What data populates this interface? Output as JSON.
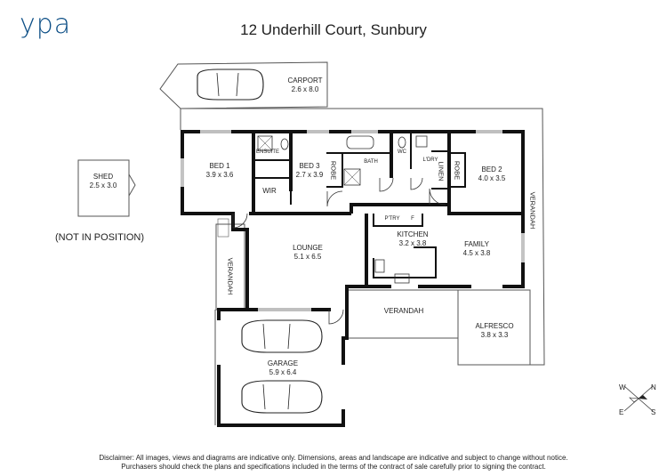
{
  "brand": {
    "logo_text": "ypa",
    "color": "#0d4f86"
  },
  "title": "12 Underhill Court, Sunbury",
  "rooms": {
    "carport": {
      "name": "CARPORT",
      "dims": "2.6 x 8.0"
    },
    "shed": {
      "name": "SHED",
      "dims": "2.5 x 3.0"
    },
    "bed1": {
      "name": "BED 1",
      "dims": "3.9 x 3.6"
    },
    "ensuite": {
      "name": "ENSUITE"
    },
    "wir": {
      "name": "WIR"
    },
    "bed3": {
      "name": "BED 3",
      "dims": "2.7 x 3.9"
    },
    "robe_bed3": {
      "name": "ROBE"
    },
    "bath": {
      "name": "BATH"
    },
    "wc": {
      "name": "WC"
    },
    "ldry": {
      "name": "L'DRY"
    },
    "linen": {
      "name": "LINEN"
    },
    "robe_bed2": {
      "name": "ROBE"
    },
    "bed2": {
      "name": "BED 2",
      "dims": "4.0 x 3.5"
    },
    "ptry": {
      "name": "P'TRY"
    },
    "fridge": {
      "name": "F"
    },
    "kitchen": {
      "name": "KITCHEN",
      "dims": "3.2 x 3.8"
    },
    "lounge": {
      "name": "LOUNGE",
      "dims": "5.1 x 6.5"
    },
    "family": {
      "name": "FAMILY",
      "dims": "4.5 x 3.8"
    },
    "verandah_right": {
      "name": "VERANDAH"
    },
    "verandah_left": {
      "name": "VERANDAH"
    },
    "verandah_bottom": {
      "name": "VERANDAH"
    },
    "alfresco": {
      "name": "ALFRESCO",
      "dims": "3.8 x 3.3"
    },
    "garage": {
      "name": "GARAGE",
      "dims": "5.9 x 6.4"
    }
  },
  "note": "(NOT IN POSITION)",
  "compass": {
    "n": "N",
    "s": "S",
    "e": "E",
    "w": "W"
  },
  "disclaimer": {
    "line1": "Disclaimer: All images, views and diagrams are indicative only. Dimensions, areas and landscape are indicative and subject to change without notice.",
    "line2": "Purchasers should check the plans and specifications included in the terms of the contract of sale carefully prior to signing the contract."
  }
}
